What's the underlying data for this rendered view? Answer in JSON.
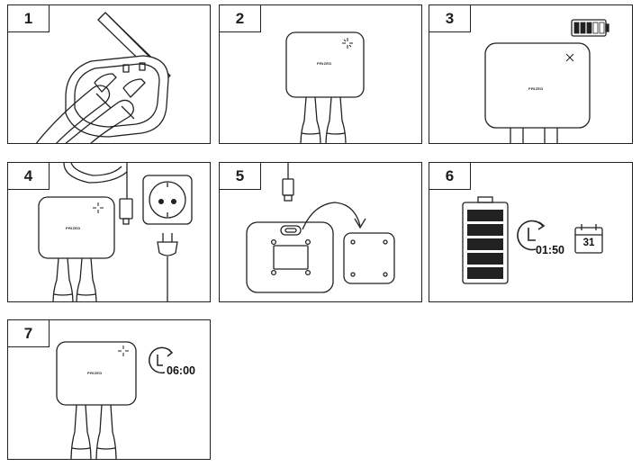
{
  "steps": [
    {
      "number": "1"
    },
    {
      "number": "2"
    },
    {
      "number": "3"
    },
    {
      "number": "4"
    },
    {
      "number": "5"
    },
    {
      "number": "6"
    },
    {
      "number": "7"
    }
  ],
  "device": {
    "brand_text": "PRIZED"
  },
  "charging": {
    "battery_levels_filled": 5,
    "battery_levels_total": 5
  },
  "low_battery": {
    "bars_filled": 3,
    "bars_total": 5
  },
  "charge_time": {
    "value": "01:50"
  },
  "uv_cycle_time": {
    "value": "06:00"
  },
  "calendar": {
    "day": "31"
  },
  "icons": [
    "uv-light-icon",
    "battery-icon",
    "power-socket-icon",
    "power-plug-icon",
    "usb-c-connector-icon",
    "rotate-arrow-icon",
    "clock-icon",
    "calendar-icon"
  ],
  "colors": {
    "line": "#222222",
    "background": "#ffffff"
  }
}
